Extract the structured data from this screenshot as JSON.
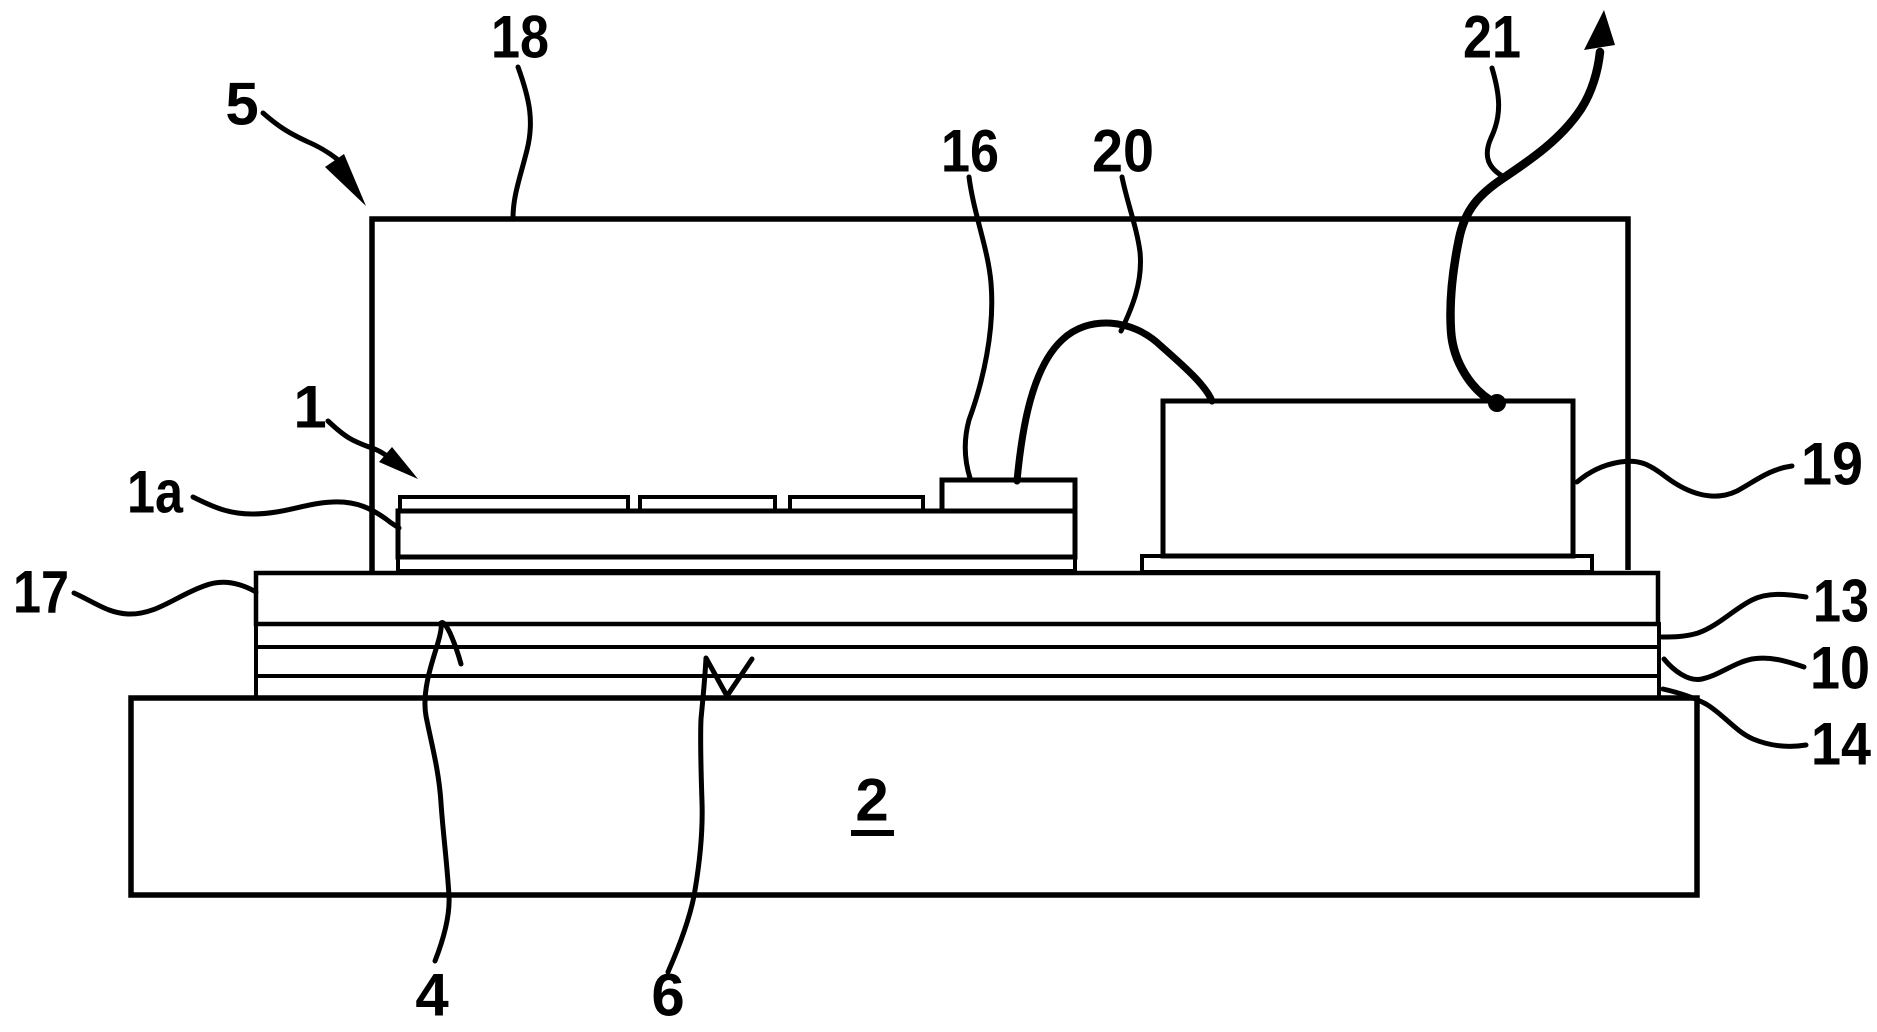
{
  "figure": {
    "colors": {
      "ink": "#000000",
      "background": "#ffffff"
    },
    "labels": {
      "l5": "5",
      "l18": "18",
      "l16": "16",
      "l20": "20",
      "l21": "21",
      "l1": "1",
      "l1a": "1a",
      "l17": "17",
      "l19": "19",
      "l13": "13",
      "l10": "10",
      "l14": "14",
      "l4": "4",
      "l6": "6",
      "l2": "2"
    }
  }
}
